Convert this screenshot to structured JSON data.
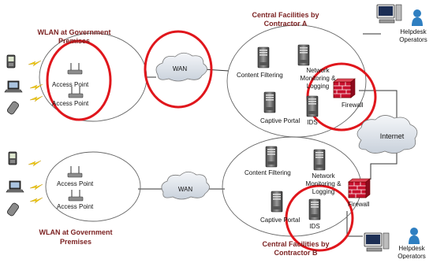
{
  "colors": {
    "highlight_ring": "#e0161c",
    "section_title": "#7a1f1f",
    "cloud_fill": "#dfe5ec",
    "firewall": "#c8102e",
    "person": "#2f7fc1"
  },
  "top": {
    "wlan_title_line1": "WLAN at Government",
    "wlan_title_line2": "Premises",
    "ap1": "Access Point",
    "ap2": "Access Point",
    "wan": "WAN",
    "facility_title_line1": "Central Facilities by",
    "facility_title_line2": "Contractor A",
    "content_filtering": "Content Filtering",
    "netmon_line1": "Network",
    "netmon_line2": "Monitoring &",
    "netmon_line3": "Logging",
    "captive_portal": "Captive Portal",
    "ids": "IDS",
    "firewall": "Firewall",
    "helpdesk_line1": "Helpdesk",
    "helpdesk_line2": "Operators"
  },
  "internet": "Internet",
  "bottom": {
    "wlan_title_line1": "WLAN at Government",
    "wlan_title_line2": "Premises",
    "ap1": "Access Point",
    "ap2": "Access Point",
    "wan": "WAN",
    "facility_title_line1": "Central Facilities by",
    "facility_title_line2": "Contractor B",
    "content_filtering": "Content Filtering",
    "netmon_line1": "Network",
    "netmon_line2": "Monitoring &",
    "netmon_line3": "Logging",
    "captive_portal": "Captive Portal",
    "ids": "IDS",
    "firewall": "Firewall",
    "helpdesk_line1": "Helpdesk",
    "helpdesk_line2": "Operators"
  }
}
